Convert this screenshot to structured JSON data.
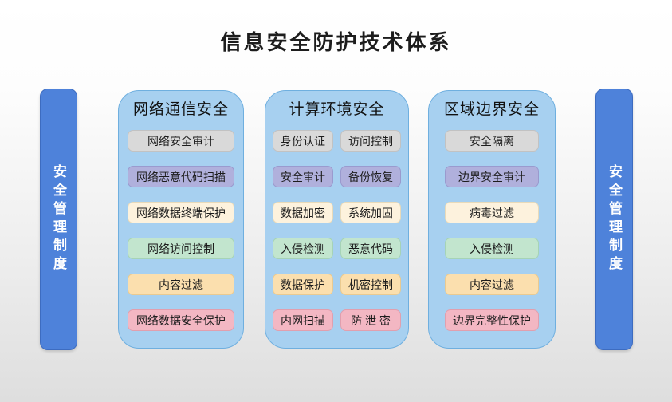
{
  "title": "信息安全防护技术体系",
  "colors": {
    "sidebar_fill": "#4e82da",
    "sidebar_border": "#3d6cc0",
    "panel_fill": "#a7d0f0",
    "panel_border": "#6fafdf",
    "chip_palette": [
      {
        "name": "gray",
        "fill": "#d9d9d9",
        "border": "#c2c2c2"
      },
      {
        "name": "lavender",
        "fill": "#b0b0dc",
        "border": "#9a9ace"
      },
      {
        "name": "cream",
        "fill": "#fdf2dd",
        "border": "#e9dab9"
      },
      {
        "name": "green",
        "fill": "#c2e5ce",
        "border": "#a6d3b6"
      },
      {
        "name": "peach",
        "fill": "#fbdfae",
        "border": "#eaca90"
      },
      {
        "name": "pink",
        "fill": "#f3b7c3",
        "border": "#e19fae"
      }
    ]
  },
  "sidebars": {
    "left": {
      "label": "安全管理制度"
    },
    "right": {
      "label": "安全管理制度"
    }
  },
  "panels": [
    {
      "title": "网络通信安全",
      "rows": [
        [
          "网络安全审计"
        ],
        [
          "网络恶意代码扫描"
        ],
        [
          "网络数据终端保护"
        ],
        [
          "网络访问控制"
        ],
        [
          "内容过滤"
        ],
        [
          "网络数据安全保护"
        ]
      ]
    },
    {
      "title": "计算环境安全",
      "rows": [
        [
          "身份认证",
          "访问控制"
        ],
        [
          "安全审计",
          "备份恢复"
        ],
        [
          "数据加密",
          "系统加固"
        ],
        [
          "入侵检测",
          "恶意代码"
        ],
        [
          "数据保护",
          "机密控制"
        ],
        [
          "内网扫描",
          "防 泄 密"
        ]
      ]
    },
    {
      "title": "区域边界安全",
      "rows": [
        [
          "安全隔离"
        ],
        [
          "边界安全审计"
        ],
        [
          "病毒过滤"
        ],
        [
          "入侵检测"
        ],
        [
          "内容过滤"
        ],
        [
          "边界完整性保护"
        ]
      ]
    }
  ]
}
